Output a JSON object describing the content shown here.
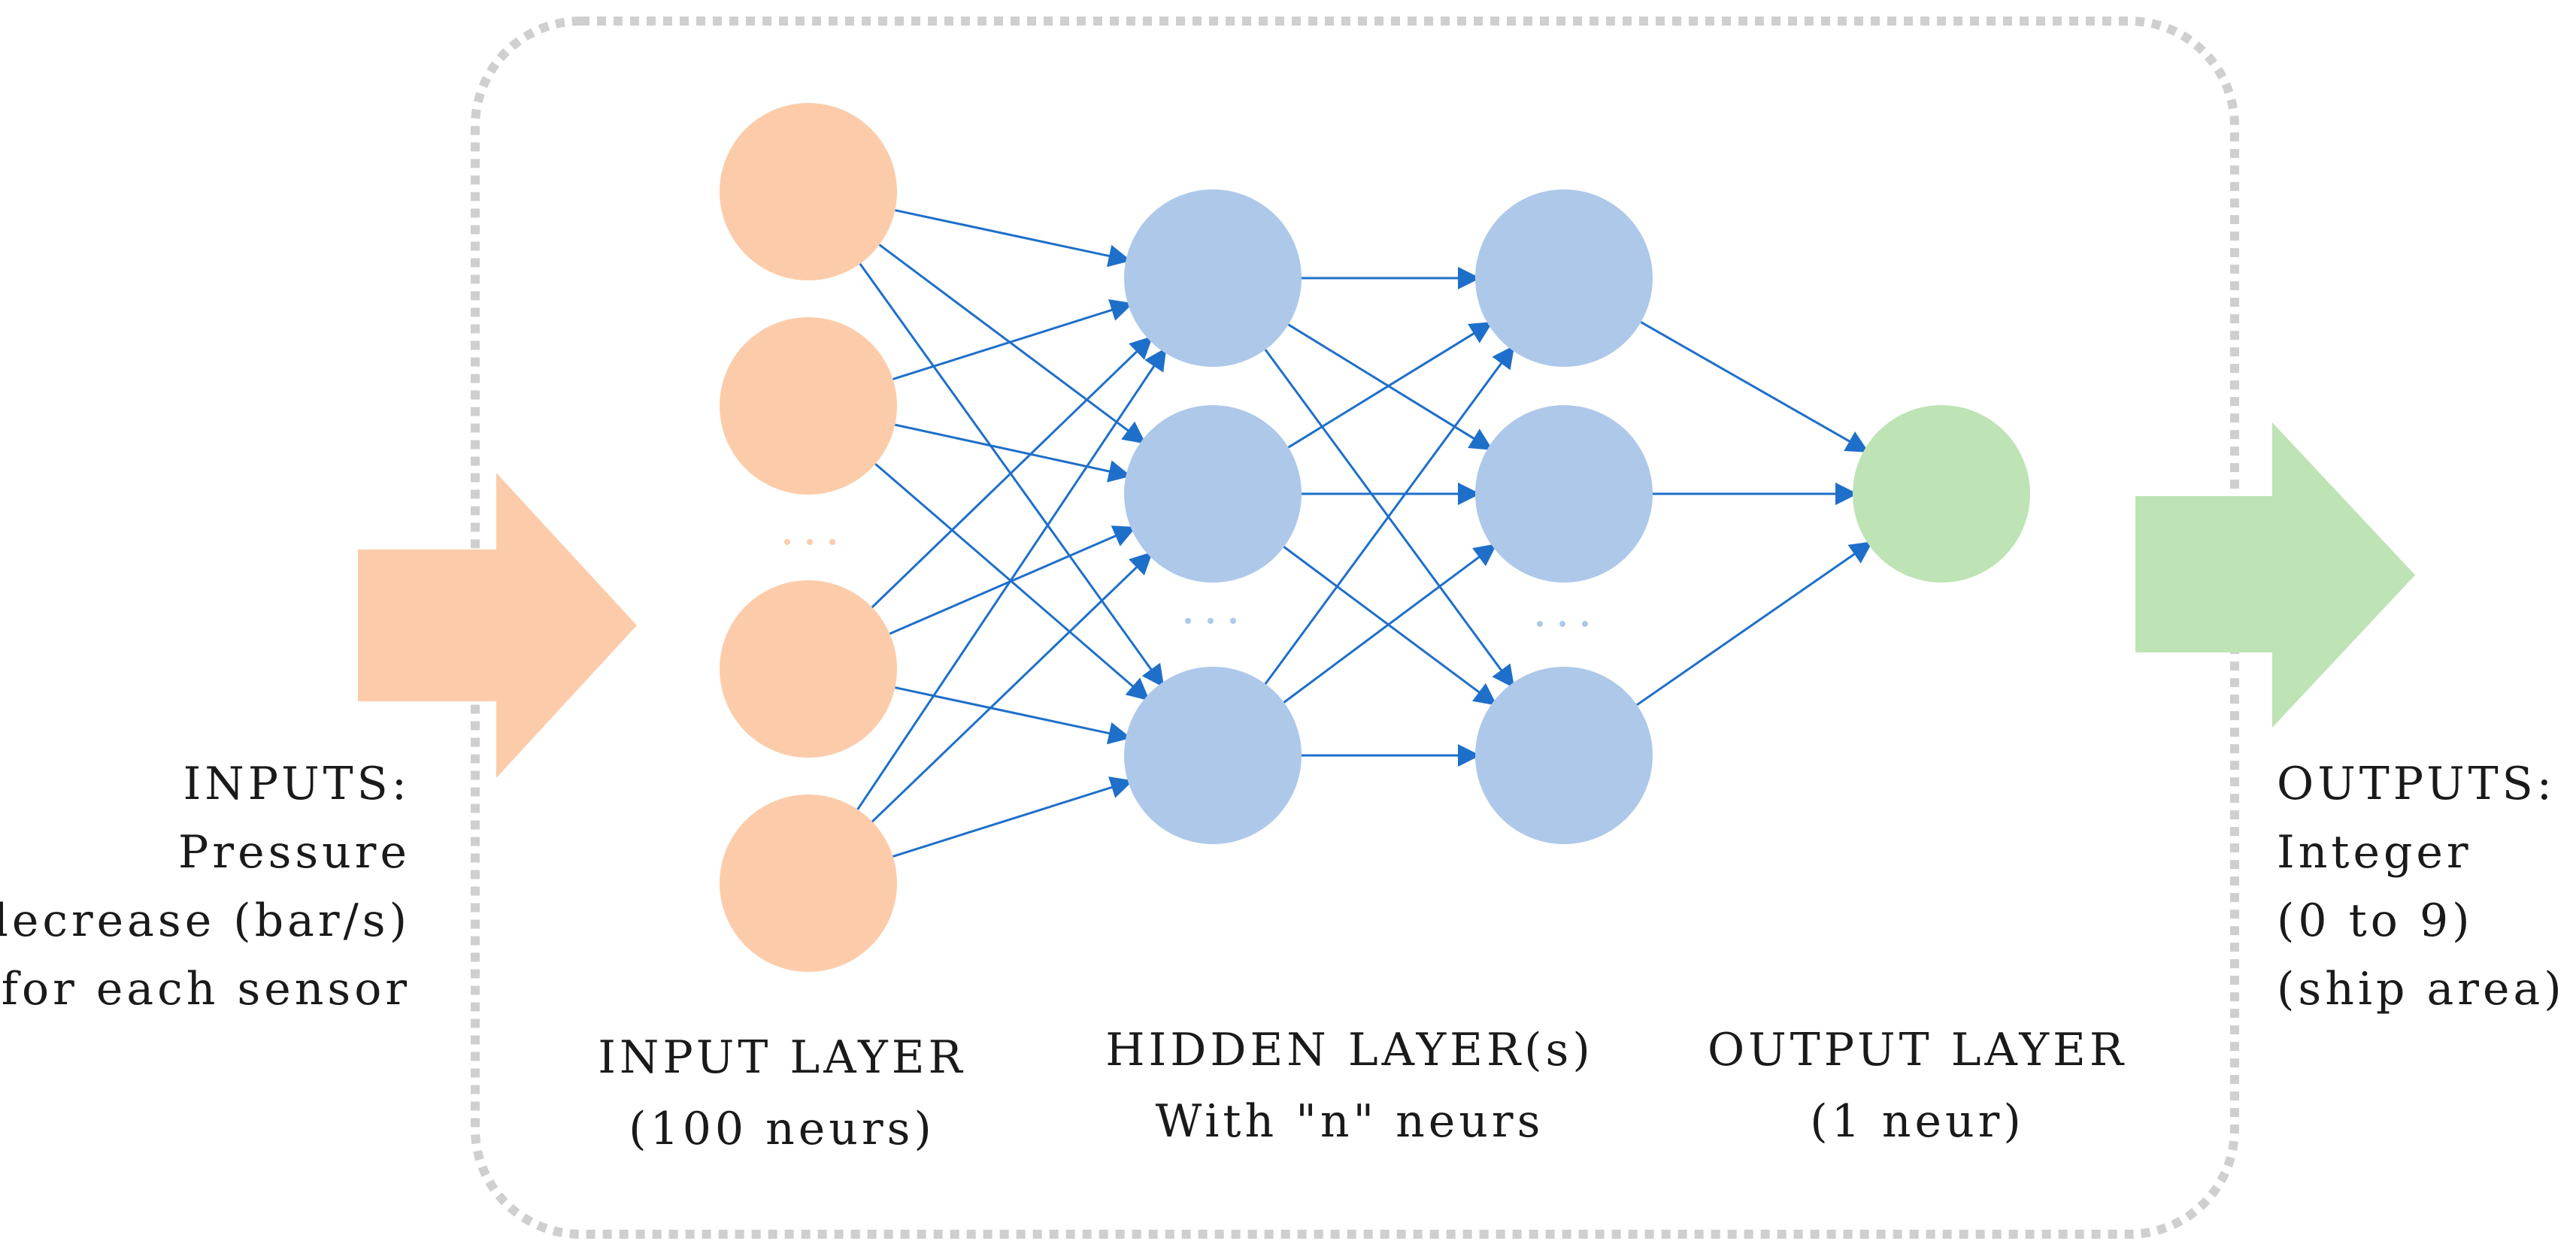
{
  "colors": {
    "input": "#FCCCAA",
    "hidden": "#AEC8EA",
    "output": "#BEE3B5",
    "connection": "#1E6FCA",
    "border": "#CFCFCF",
    "text": "#1A1A1A"
  },
  "inputs": {
    "heading": "INPUTS:",
    "line1": "Pressure",
    "line2": "decrease (bar/s)",
    "line3": "for each sensor"
  },
  "outputs": {
    "heading": "OUTPUTS:",
    "line1": "Integer",
    "line2": "(0 to 9)",
    "line3": "(ship area)"
  },
  "layers": {
    "input": {
      "title": "INPUT LAYER",
      "subtitle": "(100 neurs)"
    },
    "hidden": {
      "title": "HIDDEN LAYER(s)",
      "subtitle": "With \"n\" neurs"
    },
    "output": {
      "title": "OUTPUT LAYER",
      "subtitle": "(1 neur)"
    }
  }
}
